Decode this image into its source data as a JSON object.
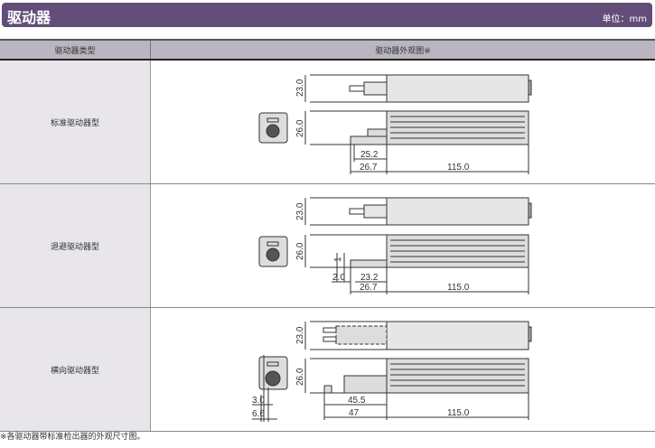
{
  "title": "驱动器",
  "unit": "单位：mm",
  "headers": {
    "type": "驱动器类型",
    "appearance": "驱动器外观图※"
  },
  "rows": [
    {
      "type": "标准驱动器型",
      "dims": {
        "h_top": "23.0",
        "h_side": "26.0",
        "a": "25.2",
        "b": "26.7",
        "len": "115.0"
      }
    },
    {
      "type": "退避驱动器型",
      "dims": {
        "h_top": "23.0",
        "h_side": "26.0",
        "small": "1",
        "c": "2.0",
        "a": "23.2",
        "b": "26.7",
        "len": "115.0"
      }
    },
    {
      "type": "横向驱动器型",
      "dims": {
        "h_top": "23.0",
        "h_side": "26.0",
        "f1": "3.0",
        "f2": "6.6",
        "a": "45.5",
        "b": "47",
        "len": "115.0"
      }
    }
  ],
  "footnote": "※各驱动器带标准检出器的外观尺寸图。"
}
